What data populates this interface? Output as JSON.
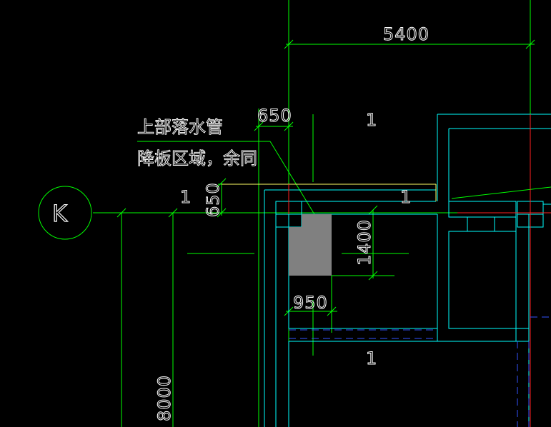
{
  "drawing": {
    "background": "#000000",
    "colors": {
      "dimension": "#00ff00",
      "wall": "#00ffff",
      "highlight": "#ffff66",
      "axis_center": "#ff2020",
      "hidden": "#3355ff",
      "text": "#ffffff",
      "pipe_zone_fill": "#808080"
    },
    "axis_label": "K",
    "dimensions": {
      "top_span": "5400",
      "note_offset": "650",
      "left_vertical": "650",
      "pipe_height": "1400",
      "pipe_width": "950",
      "axis_spacing": "8000"
    },
    "annotation": {
      "line1": "上部落水管",
      "line2": "降板区域，余同"
    },
    "slab_marks": {
      "mark_a": "1",
      "mark_b": "1",
      "mark_c": "1",
      "mark_d": "1"
    }
  }
}
